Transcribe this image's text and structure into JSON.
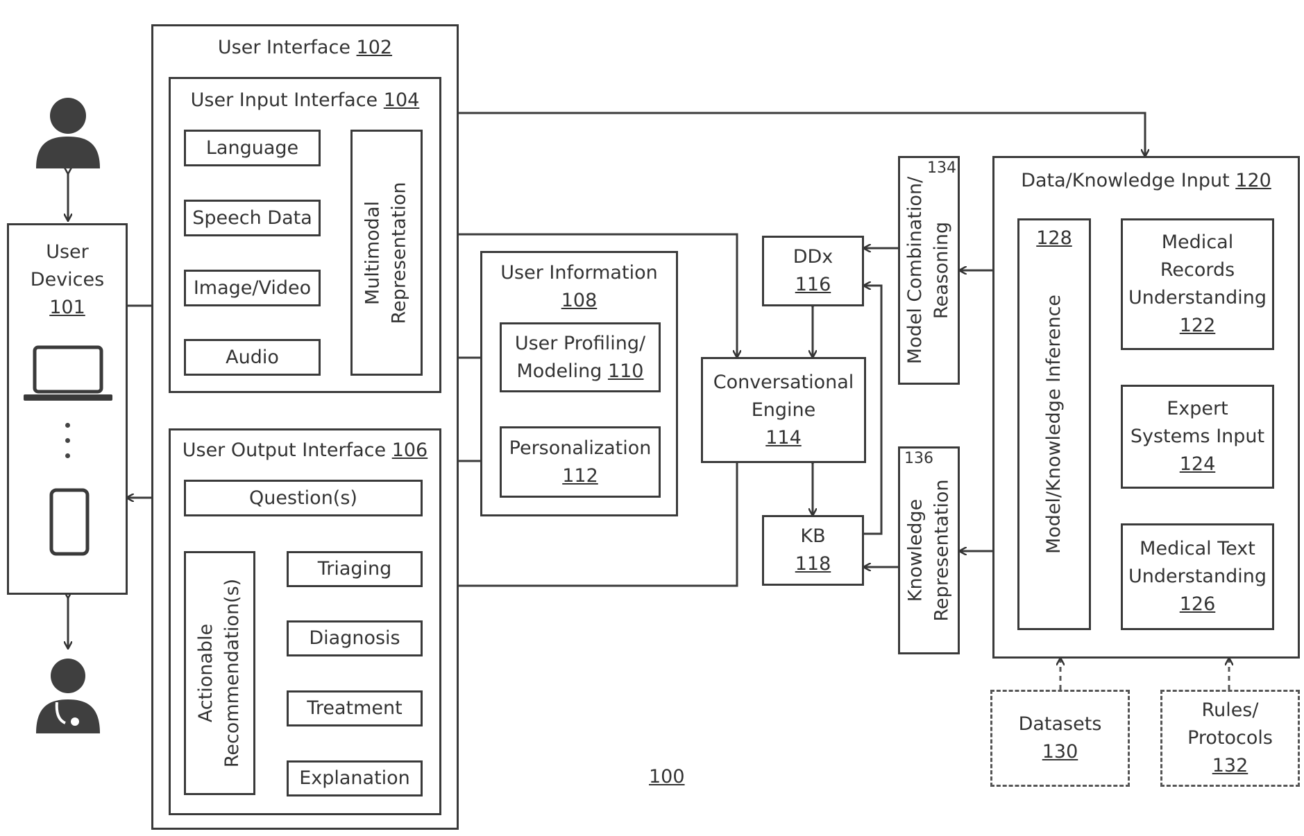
{
  "diagram_number": "100",
  "user_devices": {
    "line1": "User",
    "line2": "Devices",
    "ref": "101"
  },
  "user_interface": {
    "title": "User Interface",
    "ref": "102"
  },
  "user_input_interface": {
    "title": "User Input Interface",
    "ref": "104",
    "inputs": [
      "Language",
      "Speech Data",
      "Image/Video",
      "Audio"
    ],
    "multimodal": {
      "line1": "Multimodal",
      "line2": "Representation"
    }
  },
  "user_output_interface": {
    "title": "User Output Interface",
    "ref": "106",
    "question": "Question(s)",
    "actionable": {
      "line1": "Actionable",
      "line2": "Recommendation(s)"
    },
    "outputs": [
      "Triaging",
      "Diagnosis",
      "Treatment",
      "Explanation"
    ]
  },
  "user_information": {
    "title": "User Information",
    "ref": "108"
  },
  "user_profiling": {
    "line1": "User Profiling/",
    "line2": "Modeling",
    "ref": "110"
  },
  "personalization": {
    "title": "Personalization",
    "ref": "112"
  },
  "conversational_engine": {
    "line1": "Conversational",
    "line2": "Engine",
    "ref": "114"
  },
  "ddx": {
    "title": "DDx",
    "ref": "116"
  },
  "kb": {
    "title": "KB",
    "ref": "118"
  },
  "model_combination": {
    "line1": "Model Combination/",
    "line2": "Reasoning",
    "ref": "134"
  },
  "knowledge_representation": {
    "line1": "Knowledge",
    "line2": "Representation",
    "ref": "136"
  },
  "data_knowledge_input": {
    "title": "Data/Knowledge Input",
    "ref": "120"
  },
  "model_inference": {
    "ref": "128",
    "label": "Model/Knowledge Inference"
  },
  "medical_records": {
    "line1": "Medical",
    "line2": "Records",
    "line3": "Understanding",
    "ref": "122"
  },
  "expert_systems": {
    "line1": "Expert",
    "line2": "Systems Input",
    "ref": "124"
  },
  "medical_text": {
    "line1": "Medical Text",
    "line2": "Understanding",
    "ref": "126"
  },
  "datasets": {
    "title": "Datasets",
    "ref": "130"
  },
  "rules": {
    "line1": "Rules/",
    "line2": "Protocols",
    "ref": "132"
  },
  "icons": [
    "patient-icon",
    "doctor-icon",
    "laptop-icon",
    "phone-icon",
    "ellipsis-icon"
  ]
}
